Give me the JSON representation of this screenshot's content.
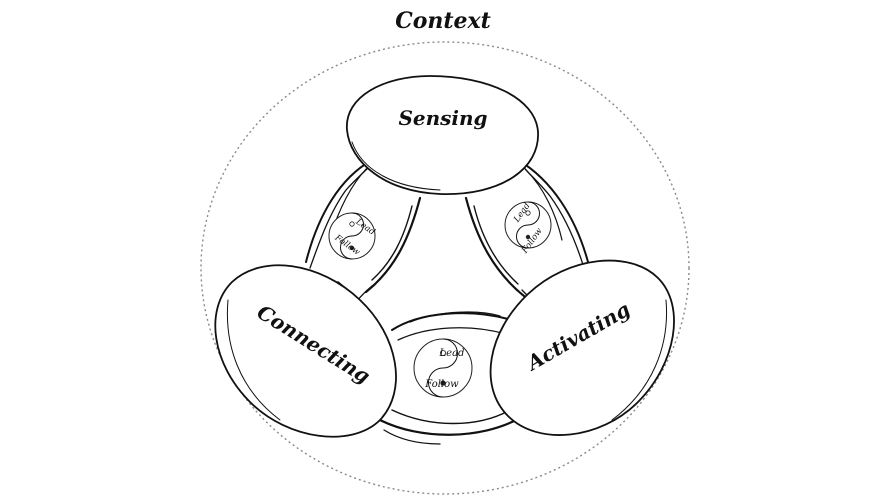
{
  "diagram": {
    "title": "Context",
    "nodes": {
      "top": "Sensing",
      "left": "Connecting",
      "right": "Activating"
    },
    "connectors": [
      {
        "id": "left-link",
        "lead": "Lead",
        "follow": "Follow"
      },
      {
        "id": "right-link",
        "lead": "Lead",
        "follow": "Follow"
      },
      {
        "id": "bottom-link",
        "lead": "Lead",
        "follow": "Follow"
      }
    ],
    "colors": {
      "ink": "#111111",
      "context-border": "#8a8a8a",
      "background": "#ffffff"
    }
  }
}
